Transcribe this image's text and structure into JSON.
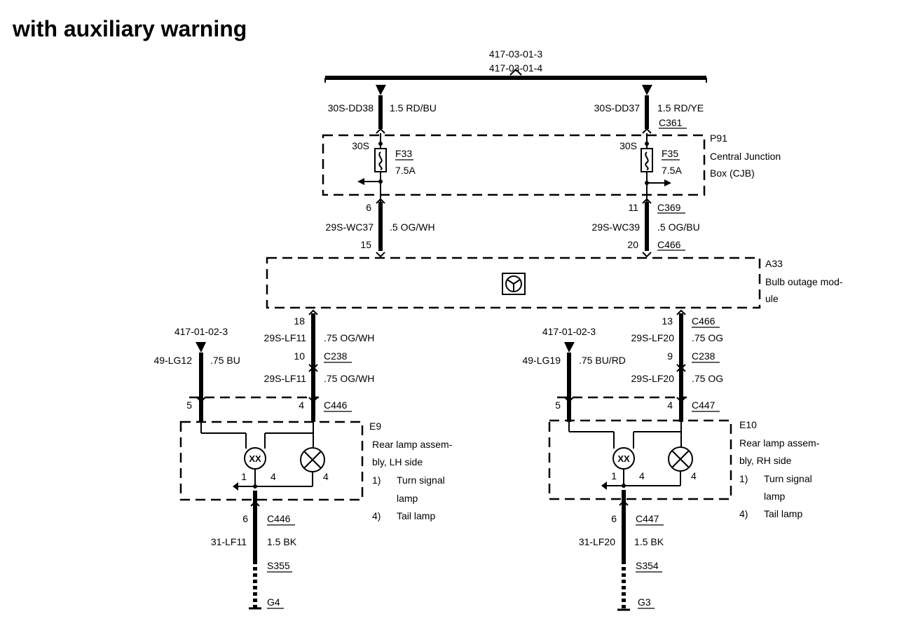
{
  "title": "with auxiliary warning",
  "top_refs": [
    "417-03-01-3",
    "417-03-01-4"
  ],
  "left_feed": {
    "circuit": "30S-DD38",
    "wire": "1.5 RD/BU"
  },
  "right_feed": {
    "circuit": "30S-DD37",
    "wire": "1.5 RD/YE",
    "connector": "C361"
  },
  "cjb": {
    "id": "P91",
    "name_line1": "Central Junction",
    "name_line2": "Box (CJB)",
    "left_fuse": {
      "pin": "30S",
      "name": "F33",
      "rating": "7.5A"
    },
    "right_fuse": {
      "pin": "30S",
      "name": "F35",
      "rating": "7.5A"
    }
  },
  "mid_left": {
    "pin_top": "6",
    "circuit": "29S-WC37",
    "wire": ".5 OG/WH",
    "pin_bottom": "15"
  },
  "mid_right": {
    "pin_top": "11",
    "connector_top": "C369",
    "circuit": "29S-WC39",
    "wire": ".5 OG/BU",
    "pin_bottom": "20",
    "connector_bottom": "C466"
  },
  "module": {
    "id": "A33",
    "name_line1": "Bulb outage mod-",
    "name_line2": "ule"
  },
  "left_branch": {
    "ref": "417-01-02-3",
    "feed_circuit": "49-LG12",
    "feed_wire": ".75 BU",
    "pin_a": "18",
    "circuit_a": "29S-LF11",
    "wire_a": ".75 OG/WH",
    "pin_b": "10",
    "conn_b": "C238",
    "circuit_c": "29S-LF11",
    "wire_c": ".75 OG/WH",
    "pin5": "5",
    "pin4": "4",
    "conn_lamp": "C446",
    "lamp1": "1",
    "lamp4a": "4",
    "lamp4b": "4",
    "ground_pin": "6",
    "ground_conn": "C446",
    "ground_circuit": "31-LF11",
    "ground_wire": "1.5 BK",
    "splice": "S355",
    "ground": "G4"
  },
  "right_branch": {
    "ref": "417-01-02-3",
    "feed_circuit": "49-LG19",
    "feed_wire": ".75 BU/RD",
    "pin_a": "13",
    "conn_a": "C466",
    "circuit_a": "29S-LF20",
    "wire_a": ".75 OG",
    "pin_b": "9",
    "conn_b": "C238",
    "circuit_c": "29S-LF20",
    "wire_c": ".75 OG",
    "pin5": "5",
    "pin4": "4",
    "conn_lamp": "C447",
    "lamp1": "1",
    "lamp4a": "4",
    "lamp4b": "4",
    "ground_pin": "6",
    "ground_conn": "C447",
    "ground_circuit": "31-LF20",
    "ground_wire": "1.5 BK",
    "splice": "S354",
    "ground": "G3"
  },
  "e9": {
    "id": "E9",
    "line1": "Rear lamp assem-",
    "line2": "bly, LH side",
    "n1": "1)",
    "t1a": "Turn signal",
    "t1b": "lamp",
    "n4": "4)",
    "t4": "Tail lamp"
  },
  "e10": {
    "id": "E10",
    "line1": "Rear lamp assem-",
    "line2": "bly, RH side",
    "n1": "1)",
    "t1a": "Turn signal",
    "t1b": "lamp",
    "n4": "4)",
    "t4": "Tail lamp"
  }
}
